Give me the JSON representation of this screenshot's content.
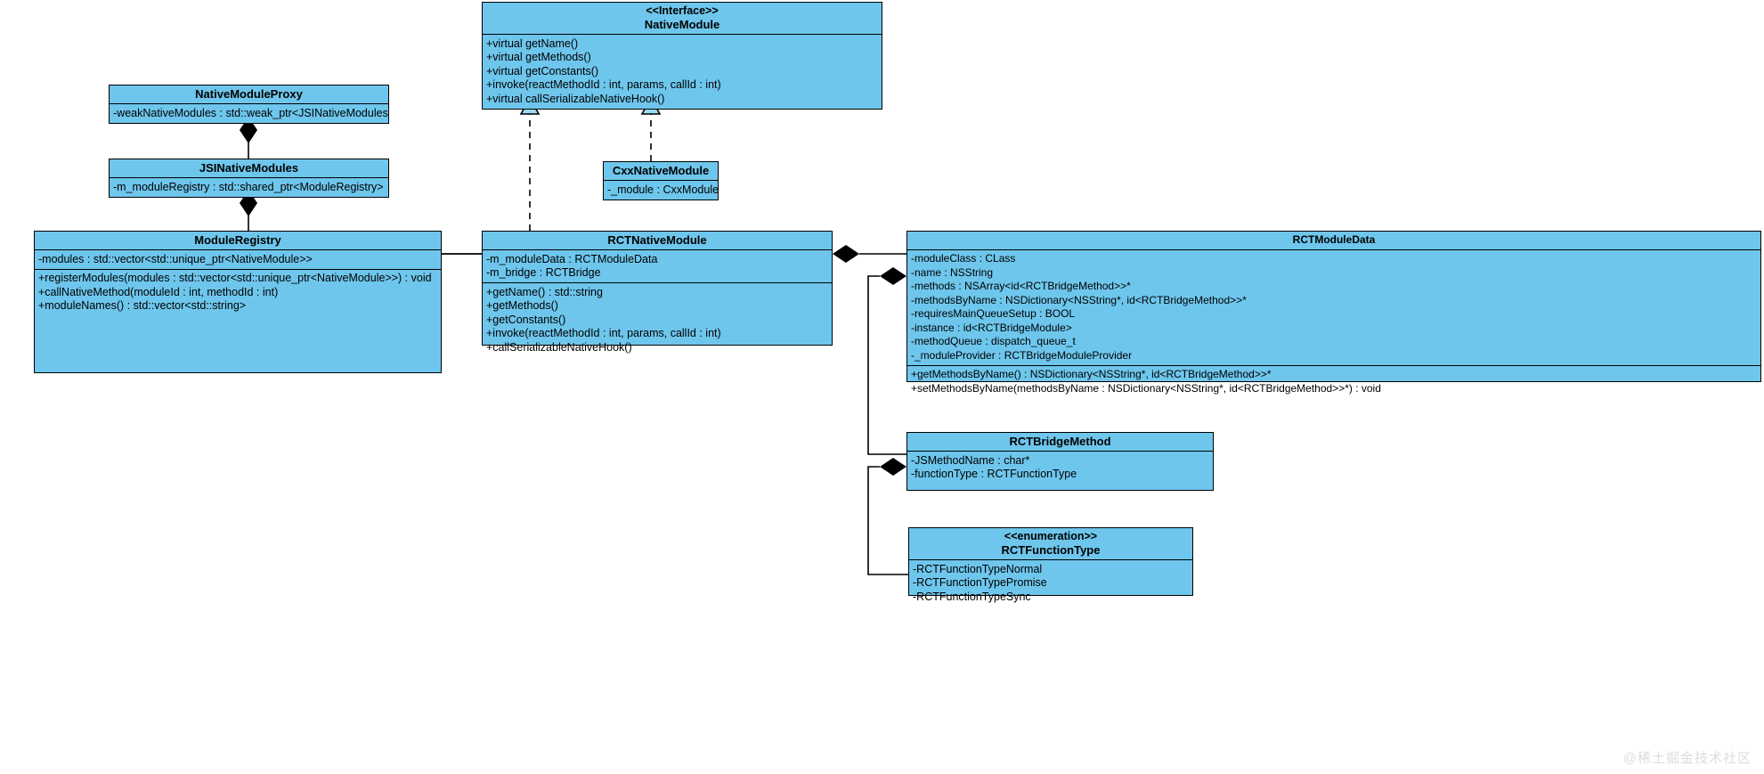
{
  "diagram": {
    "kind": "uml-class-diagram",
    "colors": {
      "class_fill": "#6EC6EC",
      "border": "#000000",
      "background": "#ffffff",
      "watermark": "#dcdcdc"
    },
    "watermark": "@稀土掘金技术社区"
  },
  "classes": {
    "native_module": {
      "stereotype": "<<Interface>>",
      "name": "NativeModule",
      "operations": [
        "+virtual getName()",
        "+virtual getMethods()",
        "+virtual getConstants()",
        "+invoke(reactMethodId : int, params, callId : int)",
        "+virtual callSerializableNativeHook()"
      ]
    },
    "native_module_proxy": {
      "name": "NativeModuleProxy",
      "attributes": [
        "-weakNativeModules : std::weak_ptr<JSINativeModules>"
      ]
    },
    "jsi_native_modules": {
      "name": "JSINativeModules",
      "attributes": [
        "-m_moduleRegistry : std::shared_ptr<ModuleRegistry>"
      ]
    },
    "module_registry": {
      "name": "ModuleRegistry",
      "attributes": [
        "-modules : std::vector<std::unique_ptr<NativeModule>>"
      ],
      "operations": [
        "+registerModules(modules : std::vector<std::unique_ptr<NativeModule>>) : void",
        "+callNativeMethod(moduleId : int, methodId : int)",
        "+moduleNames() : std::vector<std::string>"
      ]
    },
    "cxx_native_module": {
      "name": "CxxNativeModule",
      "attributes": [
        "-_module : CxxModule"
      ]
    },
    "rct_native_module": {
      "name": "RCTNativeModule",
      "attributes": [
        "-m_moduleData : RCTModuleData",
        "-m_bridge : RCTBridge"
      ],
      "operations": [
        "+getName() : std::string",
        "+getMethods()",
        "+getConstants()",
        "+invoke(reactMethodId : int, params, callId : int)",
        "+callSerializableNativeHook()"
      ]
    },
    "rct_module_data": {
      "name": "RCTModuleData",
      "attributes": [
        "-moduleClass : CLass",
        "-name : NSString",
        "-methods : NSArray<id<RCTBridgeMethod>>*",
        "-methodsByName : NSDictionary<NSString*, id<RCTBridgeMethod>>*",
        "-requiresMainQueueSetup : BOOL",
        "-instance : id<RCTBridgeModule>",
        "-methodQueue : dispatch_queue_t",
        "-_moduleProvider : RCTBridgeModuleProvider"
      ],
      "operations": [
        "+getMethodsByName() : NSDictionary<NSString*, id<RCTBridgeMethod>>*",
        "+setMethodsByName(methodsByName : NSDictionary<NSString*, id<RCTBridgeMethod>>*) : void"
      ]
    },
    "rct_bridge_method": {
      "name": "RCTBridgeMethod",
      "attributes": [
        "-JSMethodName : char*",
        "-functionType : RCTFunctionType"
      ]
    },
    "rct_function_type": {
      "stereotype": "<<enumeration>>",
      "name": "RCTFunctionType",
      "literals": [
        "-RCTFunctionTypeNormal",
        "-RCTFunctionTypePromise",
        "-RCTFunctionTypeSync"
      ]
    }
  },
  "relationships": [
    {
      "type": "realization",
      "from": "RCTNativeModule",
      "to": "NativeModule"
    },
    {
      "type": "realization",
      "from": "CxxNativeModule",
      "to": "NativeModule"
    },
    {
      "type": "composition",
      "from": "JSINativeModules",
      "to": "NativeModuleProxy"
    },
    {
      "type": "composition",
      "from": "ModuleRegistry",
      "to": "JSINativeModules"
    },
    {
      "type": "composition",
      "from": "ModuleRegistry",
      "to": "RCTNativeModule"
    },
    {
      "type": "composition",
      "from": "RCTModuleData",
      "to": "RCTNativeModule"
    },
    {
      "type": "composition",
      "from": "RCTBridgeMethod",
      "to": "RCTModuleData"
    },
    {
      "type": "composition",
      "from": "RCTFunctionType",
      "to": "RCTBridgeMethod"
    }
  ]
}
